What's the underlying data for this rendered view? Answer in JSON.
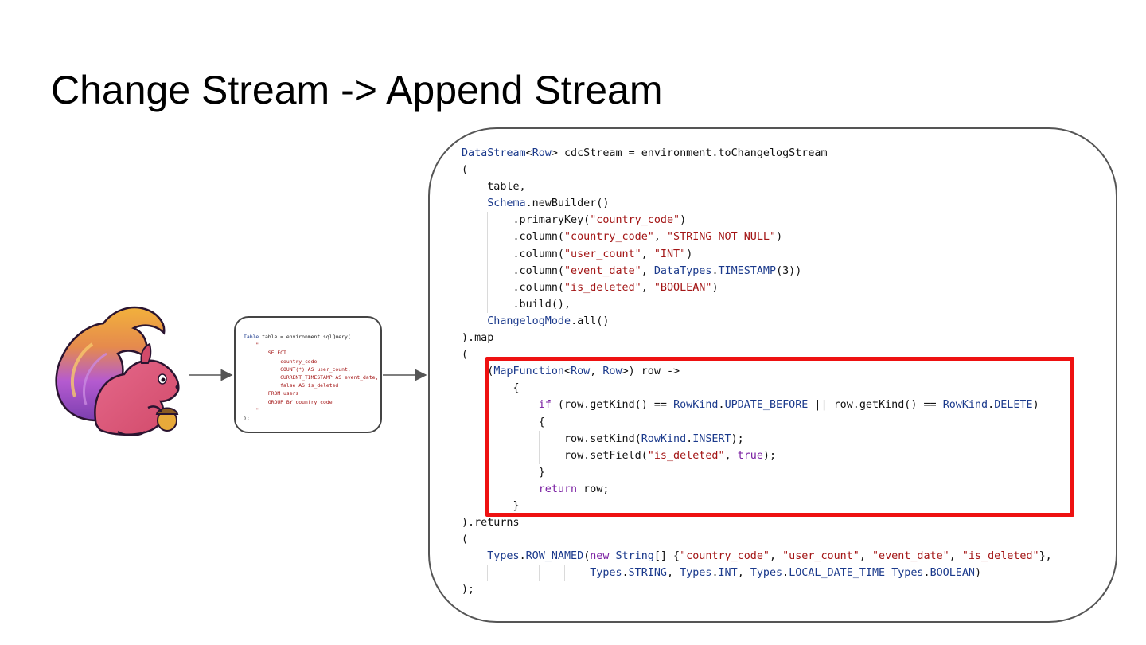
{
  "slide": {
    "title": "Change Stream -> Append Stream"
  },
  "icons": {
    "logo": "flink-squirrel-logo"
  },
  "colors": {
    "highlight_border": "#ee1111",
    "type_blue": "#1b3a8c",
    "string_red": "#a31515",
    "keyword_purple": "#7a1fa2"
  },
  "sql_box": {
    "lines": [
      "Table table = environment.sqlQuery(",
      "    \"",
      "        SELECT",
      "            country_code",
      "            COUNT(*) AS user_count,",
      "            CURRENT_TIMESTAMP AS event_date,",
      "            false AS is_deleted",
      "        FROM users",
      "        GROUP BY country_code",
      "    \"",
      ");"
    ]
  },
  "code_box": {
    "lines": [
      "DataStream<Row> cdcStream = environment.toChangelogStream",
      "(",
      "    table,",
      "    Schema.newBuilder()",
      "        .primaryKey(\"country_code\")",
      "        .column(\"country_code\", \"STRING NOT NULL\")",
      "        .column(\"user_count\", \"INT\")",
      "        .column(\"event_date\", DataTypes.TIMESTAMP(3))",
      "        .column(\"is_deleted\", \"BOOLEAN\")",
      "        .build(),",
      "    ChangelogMode.all()",
      ").map",
      "(",
      "    (MapFunction<Row, Row>) row ->",
      "        {",
      "            if (row.getKind() == RowKind.UPDATE_BEFORE || row.getKind() == RowKind.DELETE)",
      "            {",
      "                row.setKind(RowKind.INSERT);",
      "                row.setField(\"is_deleted\", true);",
      "            }",
      "            return row;",
      "        }",
      ").returns",
      "(",
      "    Types.ROW_NAMED(new String[] {\"country_code\", \"user_count\", \"event_date\", \"is_deleted\"},",
      "                    Types.STRING, Types.INT, Types.LOCAL_DATE_TIME Types.BOOLEAN)",
      ");"
    ]
  }
}
